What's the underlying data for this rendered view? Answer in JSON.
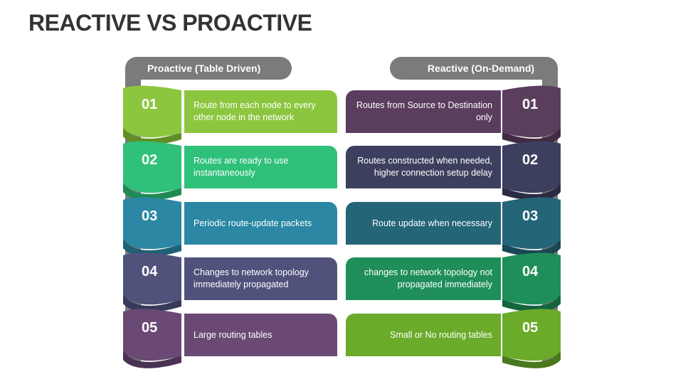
{
  "title": "REACTIVE VS PROACTIVE",
  "proactive": {
    "header": "Proactive (Table Driven)",
    "items": [
      {
        "num": "01",
        "text": "Route from each node to every other node in the network",
        "color": "#8cc63f",
        "shade": "#5f8f24"
      },
      {
        "num": "02",
        "text": "Routes are ready to use instantaneously",
        "color": "#2fc07a",
        "shade": "#1f8a55"
      },
      {
        "num": "03",
        "text": "Periodic route-update packets",
        "color": "#2b87a3",
        "shade": "#1e6074"
      },
      {
        "num": "04",
        "text": "Changes to network topology immediately propagated",
        "color": "#50527c",
        "shade": "#383a5a"
      },
      {
        "num": "05",
        "text": "Large routing tables",
        "color": "#6a4a74",
        "shade": "#4a3352"
      }
    ]
  },
  "reactive": {
    "header": "Reactive (On-Demand)",
    "items": [
      {
        "num": "01",
        "text": "Routes from Source to Destination only",
        "color": "#5b3d5e",
        "shade": "#402b42"
      },
      {
        "num": "02",
        "text": "Routes constructed when needed, higher connection setup delay",
        "color": "#3d3f5f",
        "shade": "#2a2c43"
      },
      {
        "num": "03",
        "text": "Route update when necessary",
        "color": "#256578",
        "shade": "#1a4754"
      },
      {
        "num": "04",
        "text": "changes to network topology not propagated immediately",
        "color": "#1f8e5a",
        "shade": "#15643f"
      },
      {
        "num": "05",
        "text": "Small or No routing tables",
        "color": "#6aab2a",
        "shade": "#4a781d"
      }
    ]
  }
}
